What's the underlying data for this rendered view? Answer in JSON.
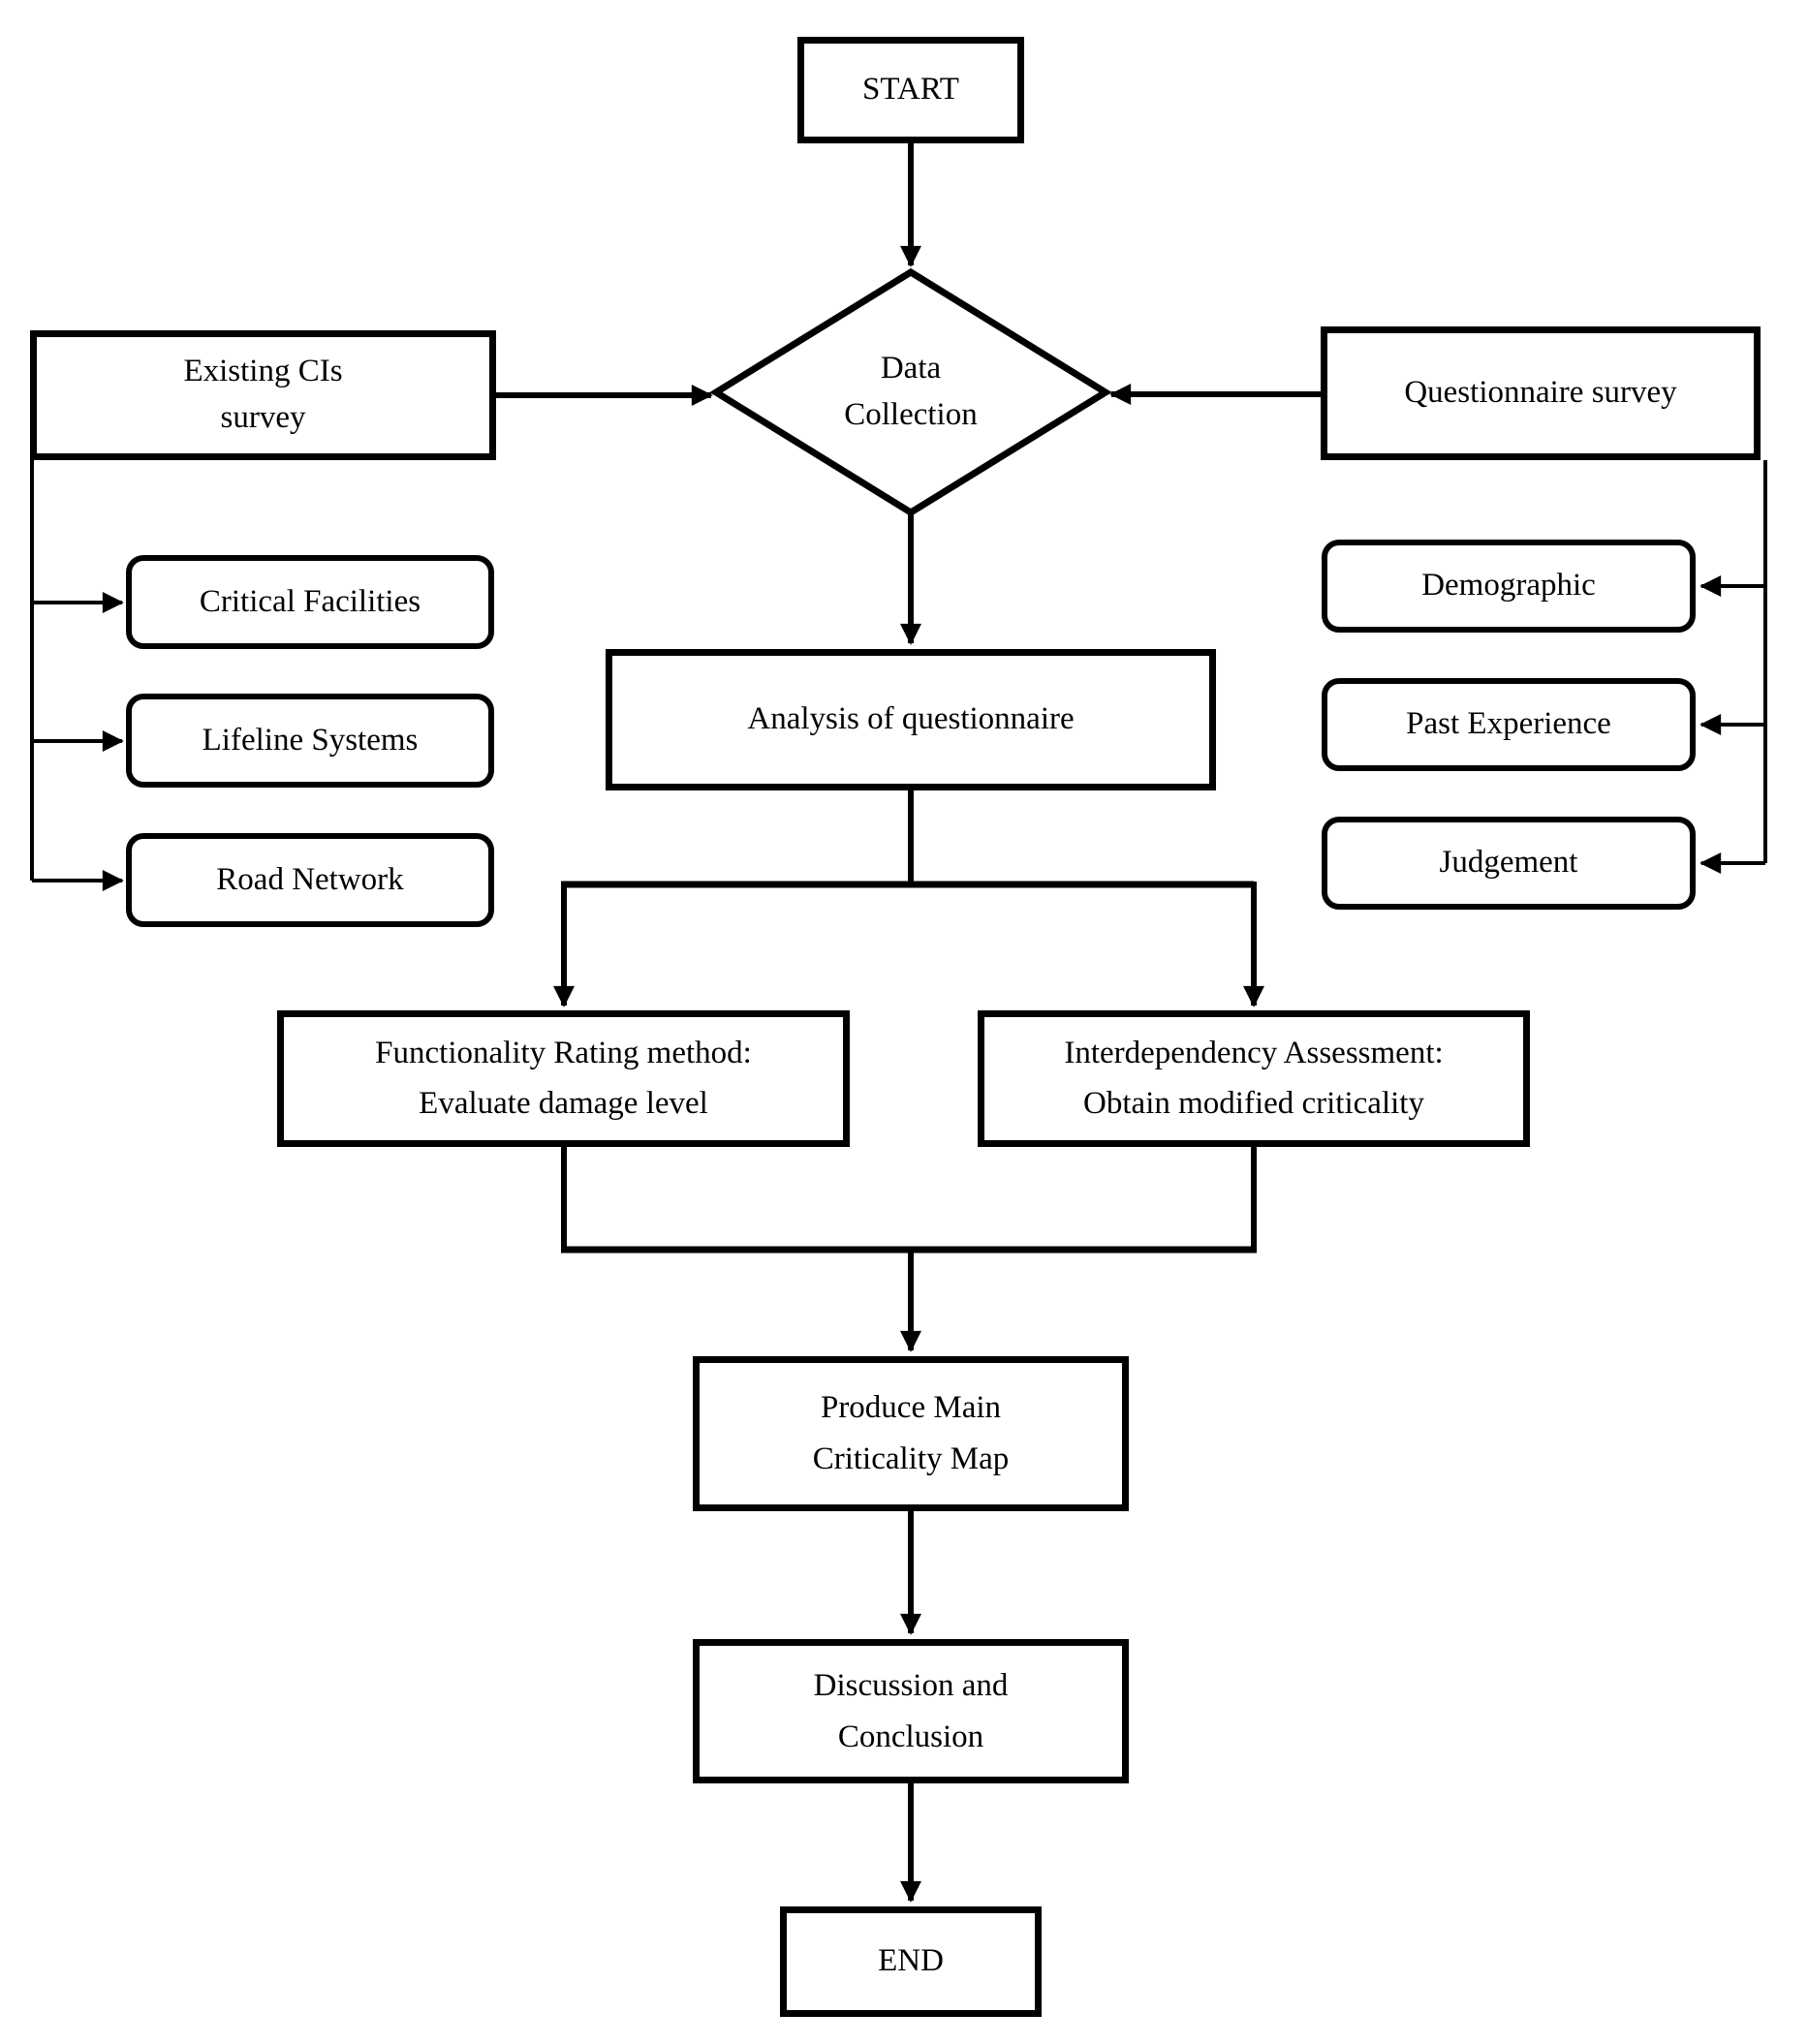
{
  "diagram": {
    "title": "Methodology flowchart",
    "colors": {
      "stroke": "#000000",
      "fill": "#ffffff",
      "background": "#ffffff"
    },
    "nodes": {
      "start": {
        "label": "START"
      },
      "data_collection": {
        "lines": [
          "Data",
          "Collection"
        ]
      },
      "existing_cis": {
        "lines": [
          "Existing CIs",
          "survey"
        ]
      },
      "questionnaire_survey": {
        "label": "Questionnaire survey"
      },
      "critical_facilities": {
        "label": "Critical Facilities"
      },
      "lifeline_systems": {
        "label": "Lifeline Systems"
      },
      "road_network": {
        "label": "Road Network"
      },
      "demographic": {
        "label": "Demographic"
      },
      "past_experience": {
        "label": "Past Experience"
      },
      "judgement": {
        "label": "Judgement"
      },
      "analysis": {
        "label": "Analysis of questionnaire"
      },
      "functionality_rating": {
        "lines": [
          "Functionality Rating method:",
          "Evaluate damage level"
        ]
      },
      "interdependency_assessment": {
        "lines": [
          "Interdependency Assessment:",
          "Obtain modified criticality"
        ]
      },
      "produce_map": {
        "lines": [
          "Produce Main",
          "Criticality Map"
        ]
      },
      "discussion": {
        "lines": [
          "Discussion and",
          "Conclusion"
        ]
      },
      "end": {
        "label": "END"
      }
    }
  }
}
